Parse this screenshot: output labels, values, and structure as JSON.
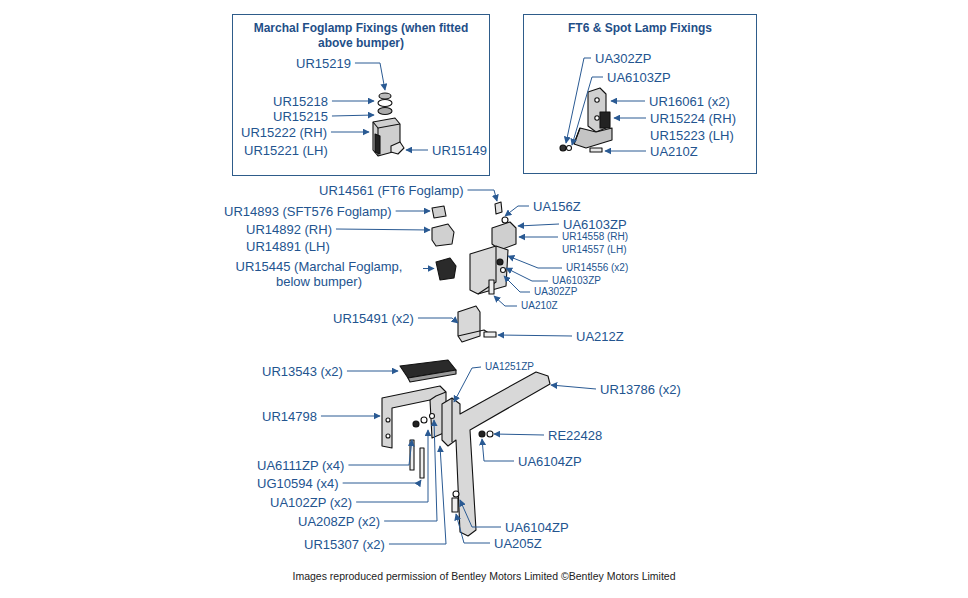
{
  "diagram": {
    "caption": "Images reproduced permission of Bentley Motors Limited ©Bentley Motors Limited",
    "nodes": [
      {
        "text": [
          "Marchal Foglamp Fixings (when fitted above bumper)"
        ]
      },
      {
        "text": [
          "FT6 & Spot Lamp Fixings"
        ]
      }
    ],
    "labels": [
      "UR15219",
      "UR15218",
      "UR15215",
      "UR15222 (RH)",
      "UR15221 (LH)",
      "UR15149",
      "UA302ZP",
      "UA6103ZP",
      "UR16061 (x2)",
      "UR15224 (RH)",
      "UR15223 (LH)",
      "UA210Z",
      "UR14561 (FT6 Foglamp)",
      "UR14893 (SFT576 Foglamp)",
      "UA156Z",
      "UR14892 (RH)",
      "UA6103ZP",
      "UR14891 (LH)",
      "UR14558 (RH)",
      "UR14557 (LH)",
      "UR15445 (Marchal Foglamp, below bumper)",
      "UR14556 (x2)",
      "UA6103ZP",
      "UA302ZP",
      "UA210Z",
      "UR15491 (x2)",
      "UA212Z",
      "UR13543 (x2)",
      "UA1251ZP",
      "UR13786 (x2)",
      "UR14798",
      "RE22428",
      "UA6104ZP",
      "UA6111ZP (x4)",
      "UG10594 (x4)",
      "UA102ZP (x2)",
      "UA6104ZP",
      "UA208ZP (x2)",
      "UA205Z",
      "UR15307 (x2)"
    ]
  }
}
